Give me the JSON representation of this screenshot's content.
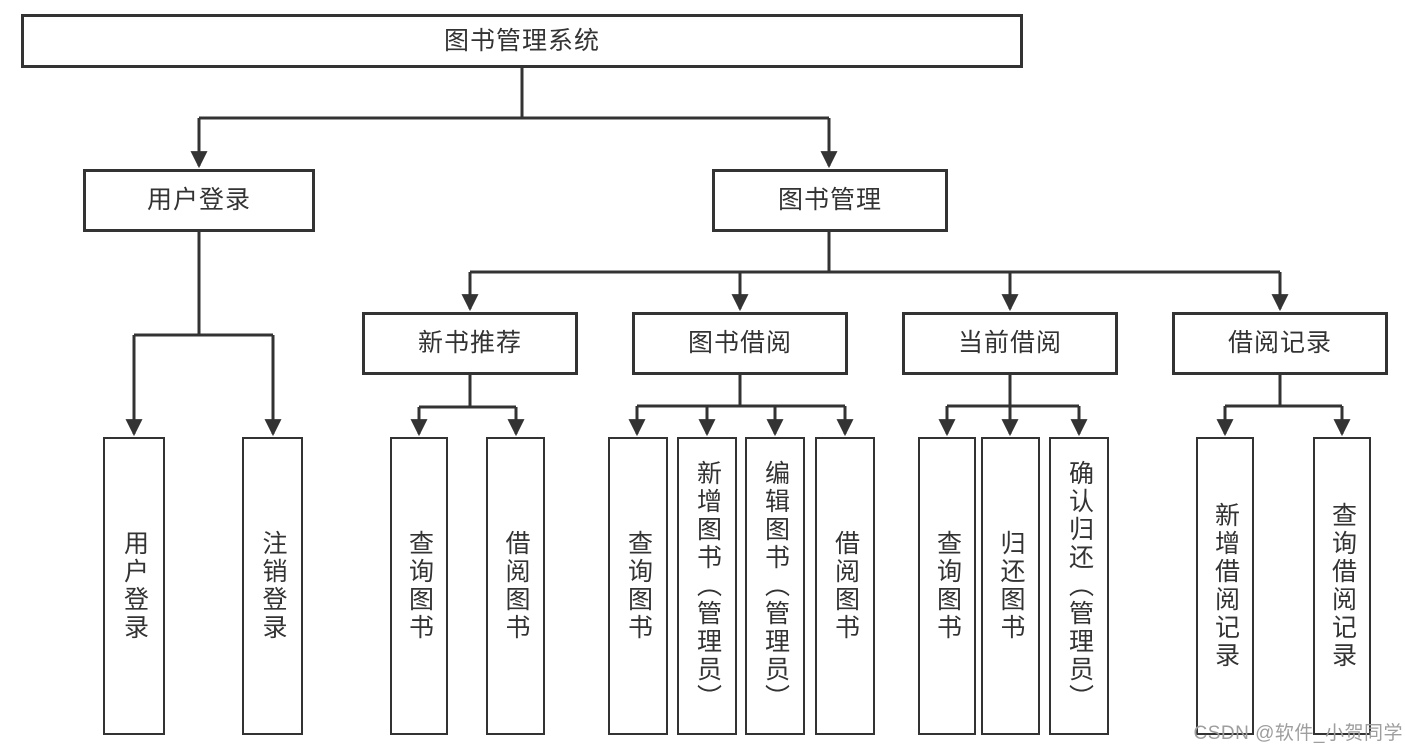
{
  "tree": {
    "root": {
      "label": "图书管理系统"
    },
    "branches": [
      {
        "label": "用户登录",
        "children": [
          {
            "label": "用户登录"
          },
          {
            "label": "注销登录"
          }
        ]
      },
      {
        "label": "图书管理",
        "children": [
          {
            "label": "新书推荐",
            "children": [
              {
                "label": "查询图书"
              },
              {
                "label": "借阅图书"
              }
            ]
          },
          {
            "label": "图书借阅",
            "children": [
              {
                "label": "查询图书"
              },
              {
                "label": "新增图书（管理员）"
              },
              {
                "label": "编辑图书（管理员）"
              },
              {
                "label": "借阅图书"
              }
            ]
          },
          {
            "label": "当前借阅",
            "children": [
              {
                "label": "查询图书"
              },
              {
                "label": "归还图书"
              },
              {
                "label": "确认归还（管理员）"
              }
            ]
          },
          {
            "label": "借阅记录",
            "children": [
              {
                "label": "新增借阅记录"
              },
              {
                "label": "查询借阅记录"
              }
            ]
          }
        ]
      }
    ]
  },
  "watermark": {
    "text": "CSDN @软件_小贺同学"
  },
  "colors": {
    "line": "#333333",
    "box_border": "#333333",
    "text": "#333333",
    "background": "#ffffff",
    "watermark": "#9e9e9e"
  }
}
